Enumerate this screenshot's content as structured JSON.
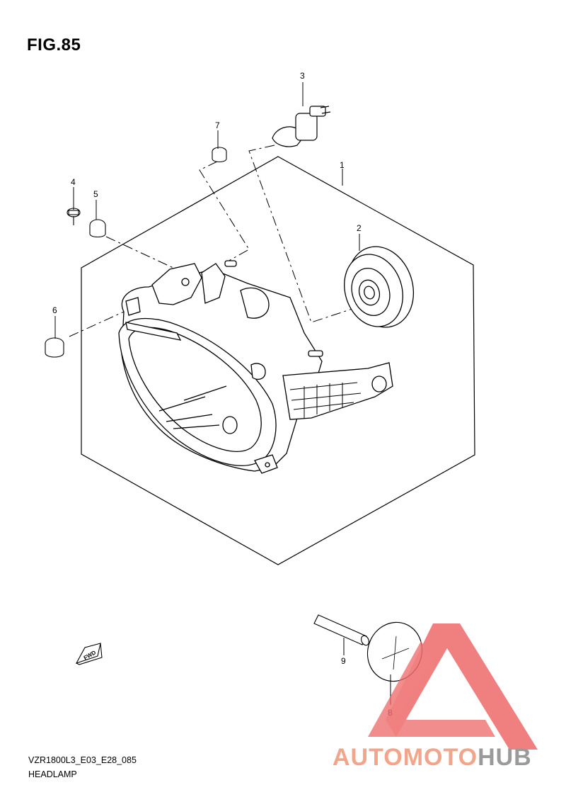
{
  "figure": {
    "title": "FIG.85",
    "model_code": "VZR1800L3_E03_E28_085",
    "section_name": "HEADLAMP"
  },
  "callouts": [
    {
      "id": "callout-1",
      "label": "1"
    },
    {
      "id": "callout-2",
      "label": "2"
    },
    {
      "id": "callout-3",
      "label": "3"
    },
    {
      "id": "callout-4",
      "label": "4"
    },
    {
      "id": "callout-5",
      "label": "5"
    },
    {
      "id": "callout-6",
      "label": "6"
    },
    {
      "id": "callout-7",
      "label": "7"
    },
    {
      "id": "callout-8",
      "label": "8"
    },
    {
      "id": "callout-9",
      "label": "9"
    }
  ],
  "fwd_arrow": {
    "label": "FWD"
  },
  "watermark": {
    "part1": "AUTOMOTO",
    "part2": "HUB",
    "color_primary": "#f2a58a",
    "color_secondary": "#9a9a9a",
    "triangle_color": "#ee6a6a"
  }
}
